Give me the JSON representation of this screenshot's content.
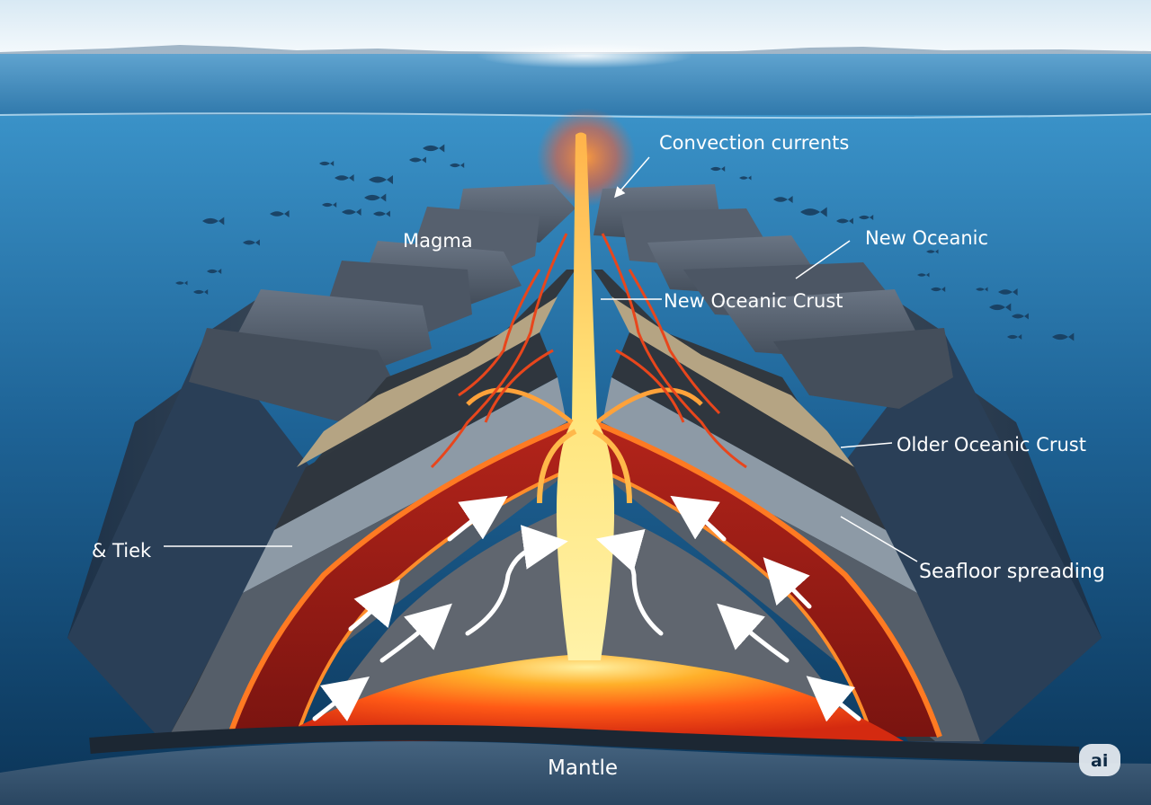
{
  "labels": {
    "convection": "Convection currents",
    "magma": "Magma",
    "new_oceanic": "New Oceanic",
    "new_oceanic_crust": "New Oceanic Crust",
    "older_oceanic_crust": "Older Oceanic Crust",
    "tiek": "& Tiek",
    "seafloor": "Seafloor spreading",
    "mantle": "Mantle"
  },
  "badge": "ai",
  "colors": {
    "sky": "#eef6fb",
    "ocean_surface": "#3f87b8",
    "ocean_deep": "#0c3a60",
    "rock_dark": "#2c3440",
    "rock_mid": "#5b6573",
    "sediment": "#b9a98a",
    "gabbro": "#8c9aa6",
    "magma_hot": "#ffd24a",
    "magma": "#ff6a1a",
    "magma_dark": "#8e1a12"
  }
}
